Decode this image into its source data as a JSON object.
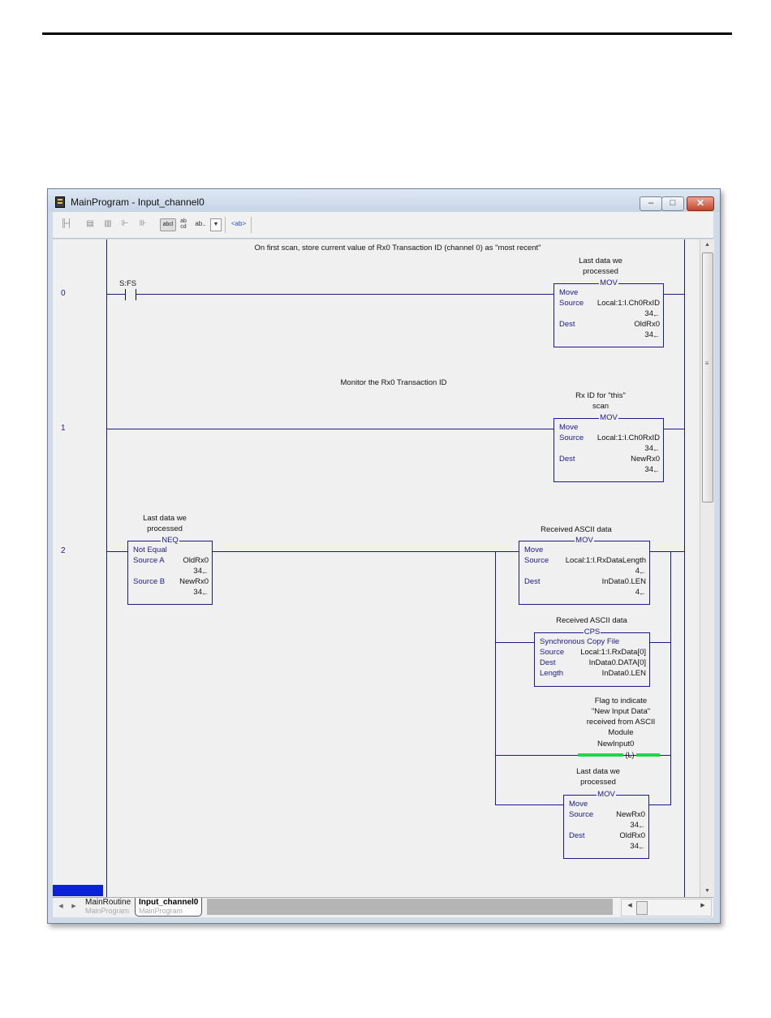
{
  "window": {
    "title": "MainProgram - Input_channel0"
  },
  "toolbar": {
    "icons": [
      "rung-icon",
      "branch-icon",
      "branch-level-icon",
      "contact-icon",
      "coil-icon",
      "abc-comment-icon",
      "ab-cd-icon",
      "ab-dots-dropdown-icon",
      "tag-view-icon"
    ],
    "abc": "abcl",
    "abcd": "ab\ncd",
    "ab_dots": "ab..",
    "tagview": "<ab>"
  },
  "rungs": [
    {
      "number": "0",
      "comment": "On first scan, store current value of Rx0 Transaction ID (channel 0) as \"most recent\"",
      "contact_tag": "S:FS",
      "mov": {
        "desc1": "Last data we",
        "desc2": "processed",
        "name": "MOV",
        "title": "Move",
        "source_label": "Source",
        "source": "Local:1:I.Ch0RxID",
        "source_val": "34",
        "dest_label": "Dest",
        "dest": "OldRx0",
        "dest_val": "34"
      }
    },
    {
      "number": "1",
      "comment": "Monitor the Rx0 Transaction ID",
      "mov": {
        "desc1": "Rx ID for \"this\"",
        "desc2": "scan",
        "name": "MOV",
        "title": "Move",
        "source_label": "Source",
        "source": "Local:1:I.Ch0RxID",
        "source_val": "34",
        "dest_label": "Dest",
        "dest": "NewRx0",
        "dest_val": "34"
      }
    },
    {
      "number": "2",
      "neq": {
        "desc1": "Last data we",
        "desc2": "processed",
        "name": "NEQ",
        "title": "Not Equal",
        "a_label": "Source A",
        "a": "OldRx0",
        "a_val": "34",
        "b_label": "Source B",
        "b": "NewRx0",
        "b_val": "34"
      },
      "mov1": {
        "desc": "Received ASCII data",
        "name": "MOV",
        "title": "Move",
        "source_label": "Source",
        "source": "Local:1:I.RxDataLength",
        "source_val": "4",
        "dest_label": "Dest",
        "dest": "InData0.LEN",
        "dest_val": "4"
      },
      "cps": {
        "desc": "Received ASCII data",
        "name": "CPS",
        "title": "Synchronous Copy File",
        "source_label": "Source",
        "source": "Local:1:I.RxData[0]",
        "dest_label": "Dest",
        "dest": "InData0.DATA[0]",
        "length_label": "Length",
        "length": "InData0.LEN"
      },
      "coil": {
        "desc1": "Flag to indicate",
        "desc2": "\"New Input Data\"",
        "desc3": "received from ASCII",
        "desc4": "Module",
        "tag": "NewInput0",
        "symbol": "(L)"
      },
      "mov2": {
        "desc1": "Last data we",
        "desc2": "processed",
        "name": "MOV",
        "title": "Move",
        "source_label": "Source",
        "source": "NewRx0",
        "source_val": "34",
        "dest_label": "Dest",
        "dest": "OldRx0",
        "dest_val": "34"
      }
    }
  ],
  "tabs": [
    {
      "label": "MainRoutine",
      "sub": "MainProgram",
      "active": false
    },
    {
      "label": "Input_channel0",
      "sub": "MainProgram",
      "active": true
    }
  ],
  "colors": {
    "wire": "#1a1a8c",
    "energized": "#1ed64a",
    "background": "#f0f0f0"
  }
}
